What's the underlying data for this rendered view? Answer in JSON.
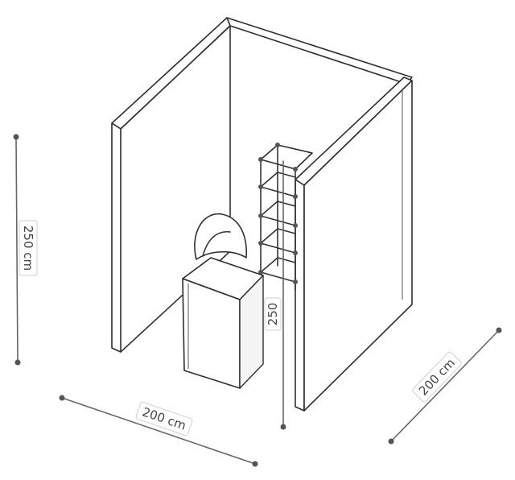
{
  "dimensions": {
    "height_label": "250 cm",
    "width_label": "200 cm",
    "depth_label": "200 cm",
    "shelf_height_label": "250"
  }
}
